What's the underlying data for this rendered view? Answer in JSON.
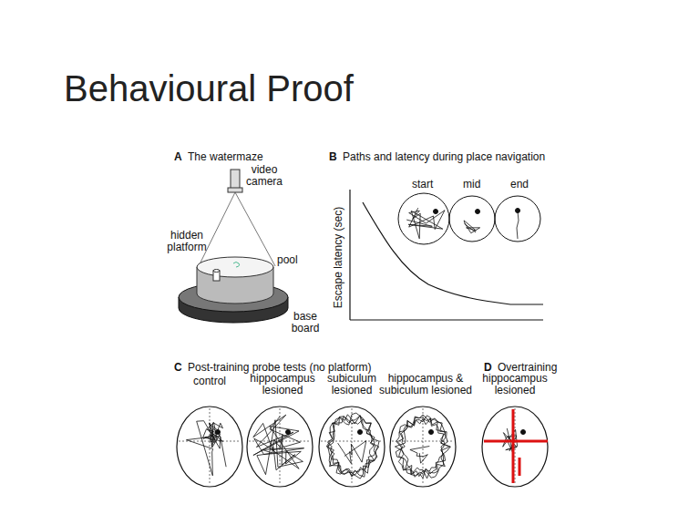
{
  "diagram": {
    "title": "Behavioural Proof",
    "labels": [
      "A",
      "The watermaze",
      "video camera",
      "hidden platform",
      "pool",
      "base board",
      "B",
      "Paths and latency during place navigation",
      "Escape latency (sec)",
      "start",
      "mid",
      "end",
      "C",
      "Post-training probe tests (no platform)",
      "control",
      "hippocampus lesioned",
      "subiculum lesioned",
      "hippocampus & subiculum lesioned",
      "D",
      "Overtraining",
      "hippocampus lesioned"
    ]
  }
}
